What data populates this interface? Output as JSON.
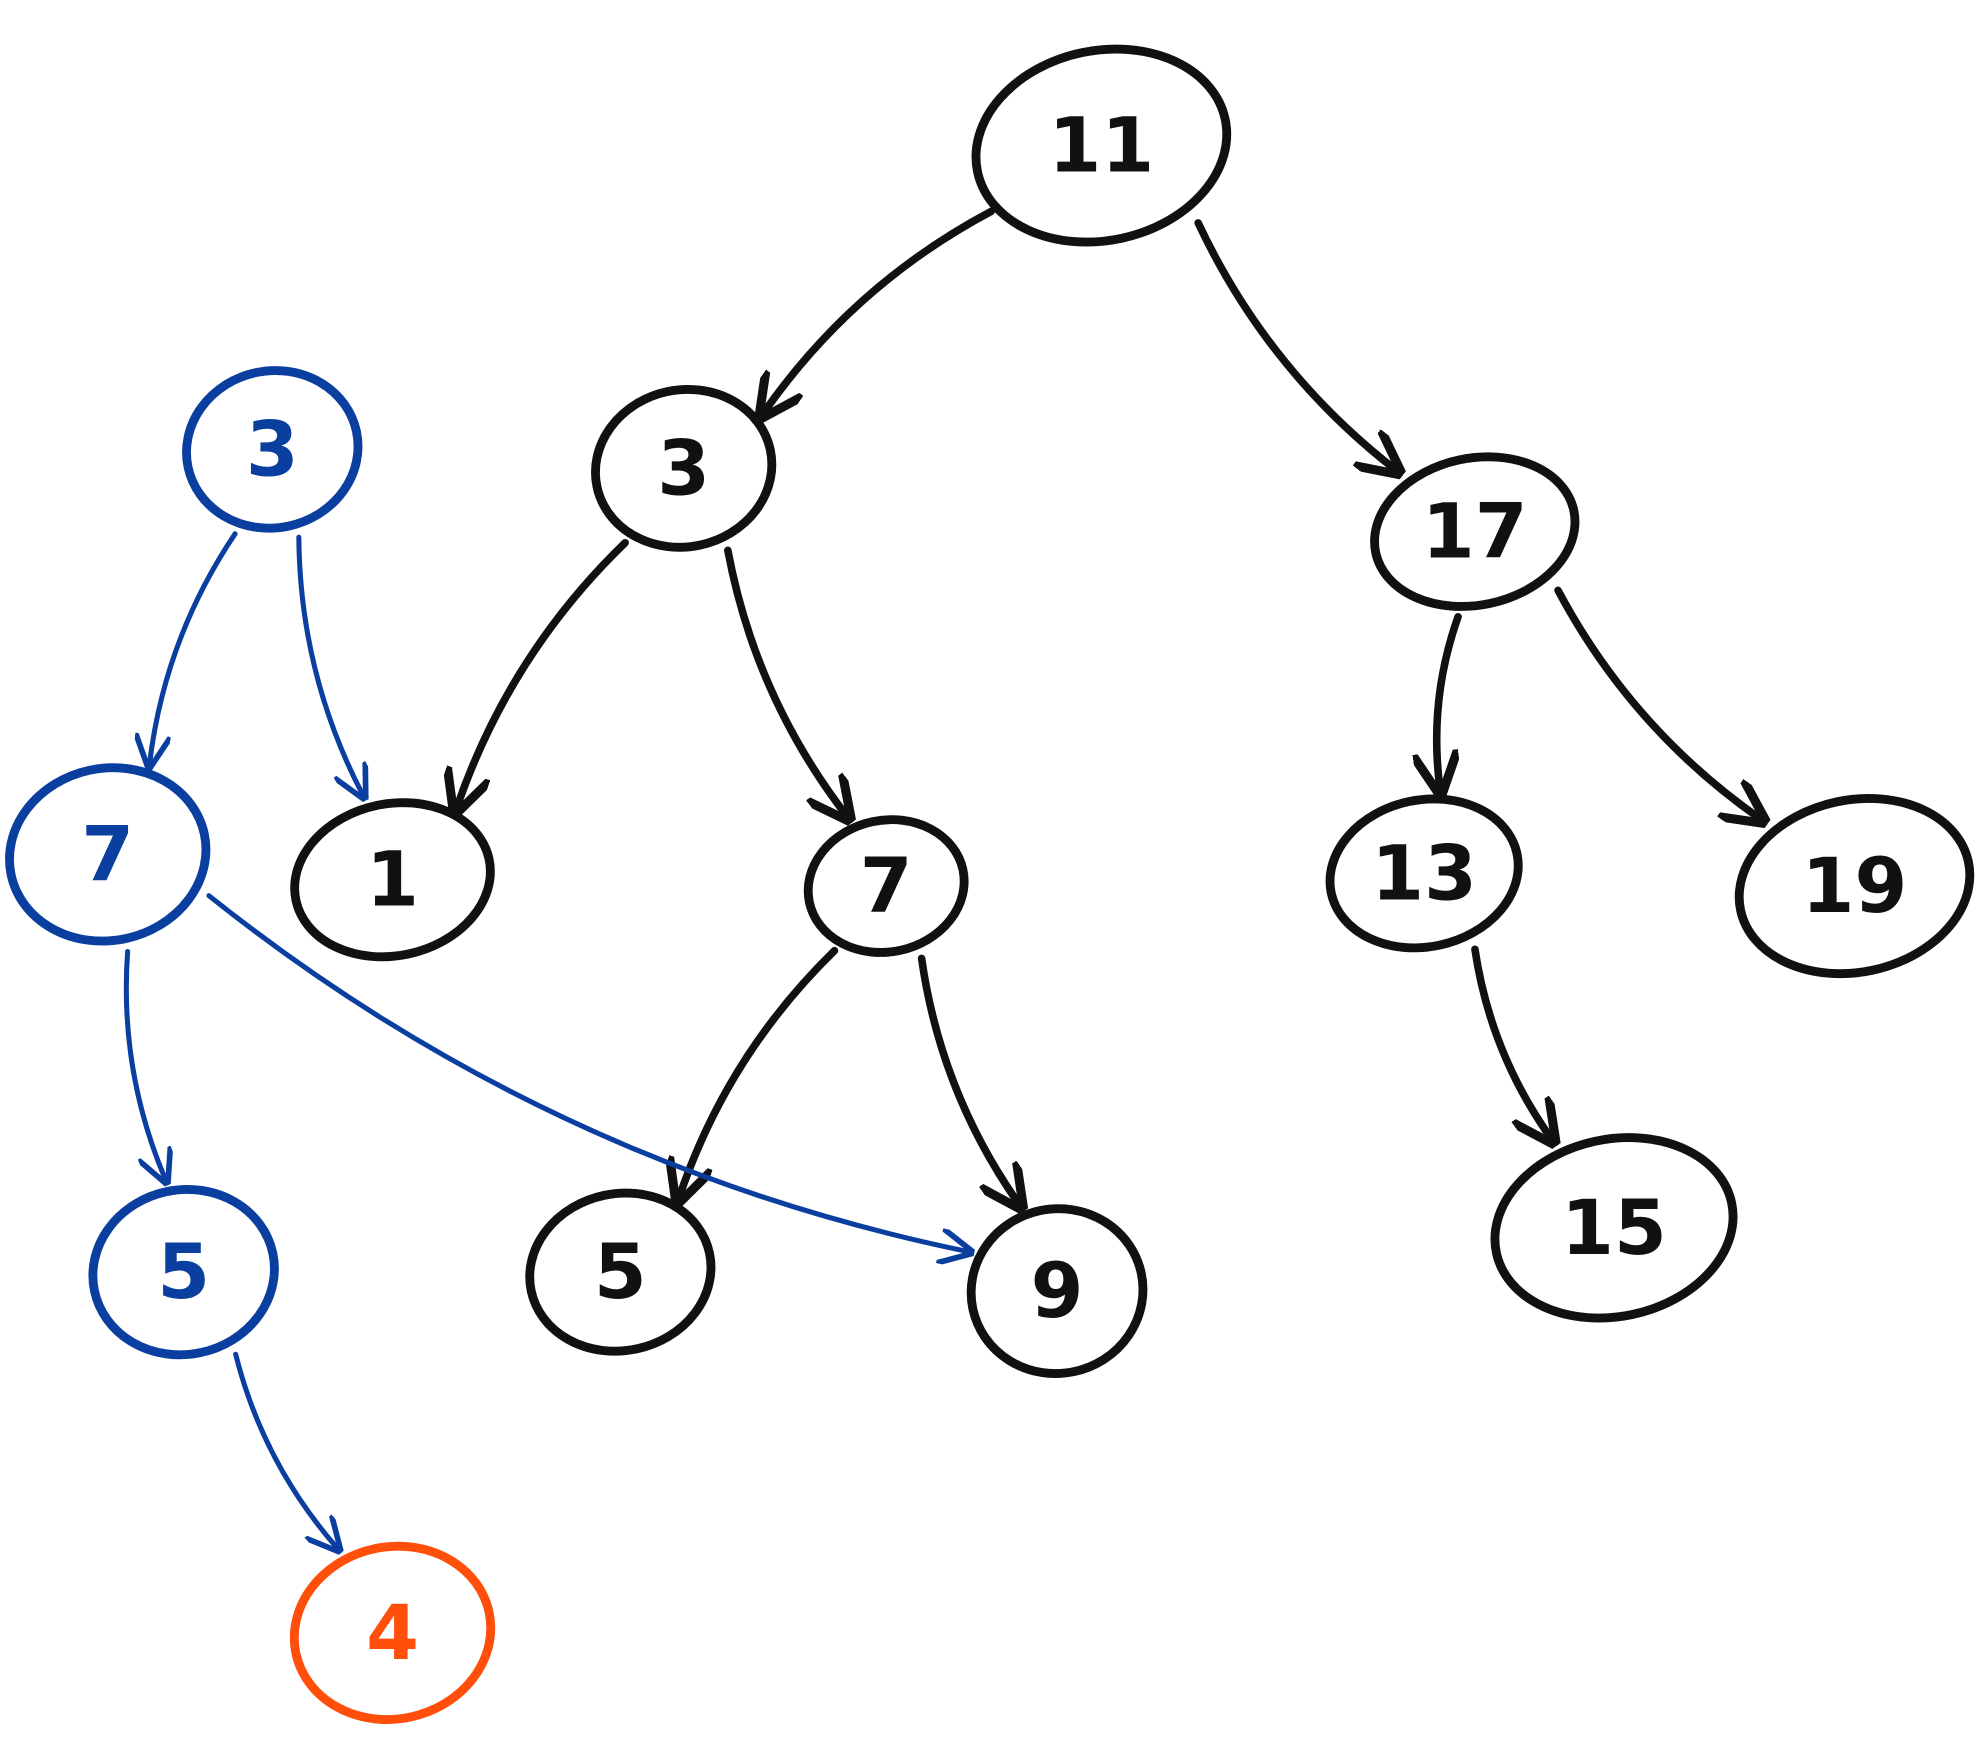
{
  "colors": {
    "main": "#111111",
    "blue": "#0a3fa0",
    "orange": "#ff4f0a"
  },
  "nodes": [
    {
      "id": "n11",
      "label": "11",
      "color": "main"
    },
    {
      "id": "n3",
      "label": "3",
      "color": "main"
    },
    {
      "id": "n17",
      "label": "17",
      "color": "main"
    },
    {
      "id": "n1",
      "label": "1",
      "color": "main"
    },
    {
      "id": "n7",
      "label": "7",
      "color": "main"
    },
    {
      "id": "n13",
      "label": "13",
      "color": "main"
    },
    {
      "id": "n19",
      "label": "19",
      "color": "main"
    },
    {
      "id": "n5",
      "label": "5",
      "color": "main"
    },
    {
      "id": "n9",
      "label": "9",
      "color": "main"
    },
    {
      "id": "n15",
      "label": "15",
      "color": "main"
    },
    {
      "id": "b3",
      "label": "3",
      "color": "blue"
    },
    {
      "id": "b7",
      "label": "7",
      "color": "blue"
    },
    {
      "id": "b5",
      "label": "5",
      "color": "blue"
    },
    {
      "id": "o4",
      "label": "4",
      "color": "orange"
    }
  ],
  "edges": [
    {
      "from": "n11",
      "to": "n3",
      "color": "main"
    },
    {
      "from": "n11",
      "to": "n17",
      "color": "main"
    },
    {
      "from": "n3",
      "to": "n1",
      "color": "main"
    },
    {
      "from": "n3",
      "to": "n7",
      "color": "main"
    },
    {
      "from": "n17",
      "to": "n13",
      "color": "main"
    },
    {
      "from": "n17",
      "to": "n19",
      "color": "main"
    },
    {
      "from": "n7",
      "to": "n5",
      "color": "main"
    },
    {
      "from": "n7",
      "to": "n9",
      "color": "main"
    },
    {
      "from": "n13",
      "to": "n15",
      "color": "main"
    },
    {
      "from": "b3",
      "to": "b7",
      "color": "blue"
    },
    {
      "from": "b3",
      "to": "n1",
      "color": "blue"
    },
    {
      "from": "b7",
      "to": "b5",
      "color": "blue"
    },
    {
      "from": "b7",
      "to": "n9",
      "color": "blue"
    },
    {
      "from": "b5",
      "to": "o4",
      "color": "blue"
    }
  ]
}
